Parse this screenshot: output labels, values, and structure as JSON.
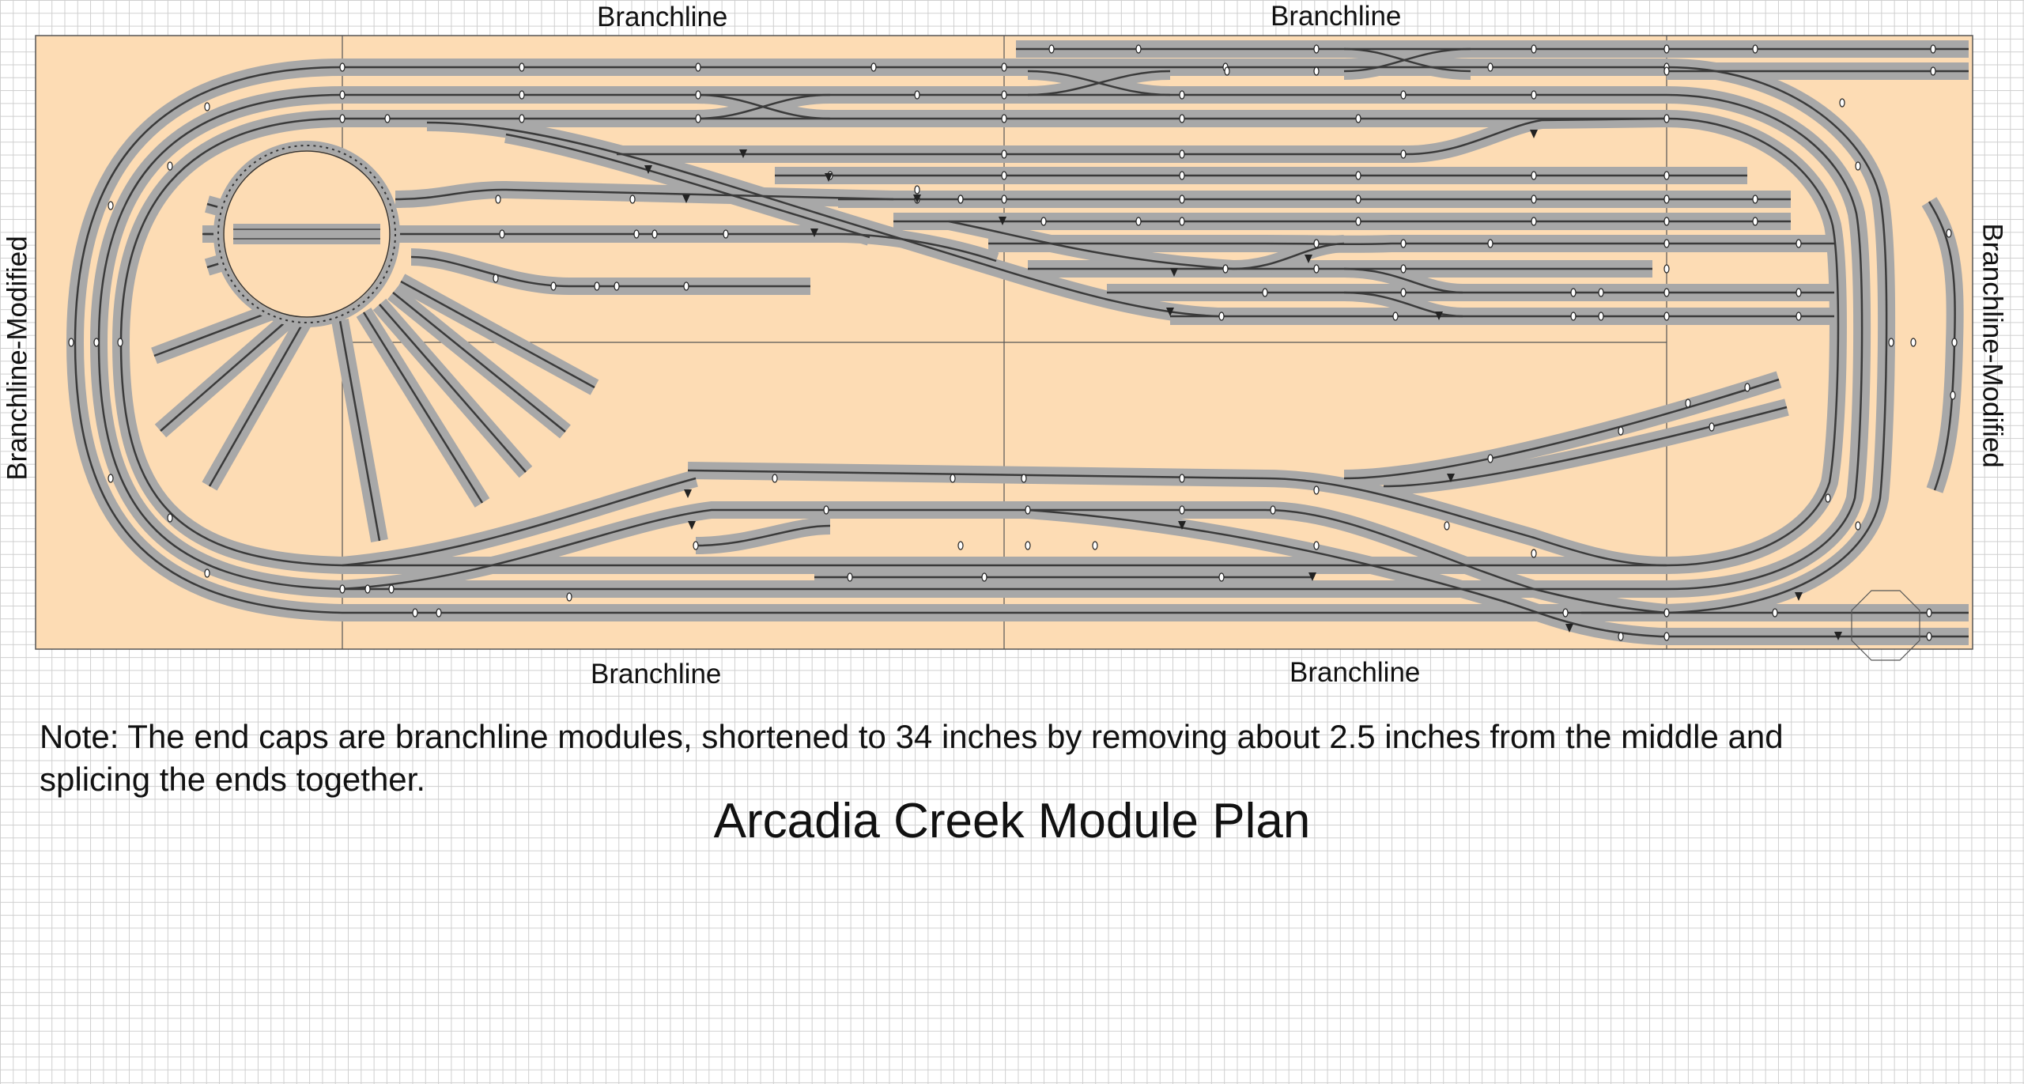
{
  "module_labels": {
    "top_left": "Branchline",
    "top_right": "Branchline",
    "bottom_left": "Branchline",
    "bottom_right": "Branchline",
    "left_end": "Branchline-Modified",
    "right_end": "Branchline-Modified"
  },
  "note": "Note: The end caps are branchline modules, shortened to 34 inches by removing about 2.5 inches from the middle and splicing the ends together.",
  "title": "Arcadia Creek Module Plan",
  "colors": {
    "module_fill": "#fddcb4",
    "track_bed": "#a8a8a8",
    "rail": "#333333",
    "grid": "#cfcfcf"
  },
  "icons": {
    "turntable": "turntable-icon",
    "turnout": "turnout-marker-icon",
    "track_joint": "track-joint-icon"
  }
}
